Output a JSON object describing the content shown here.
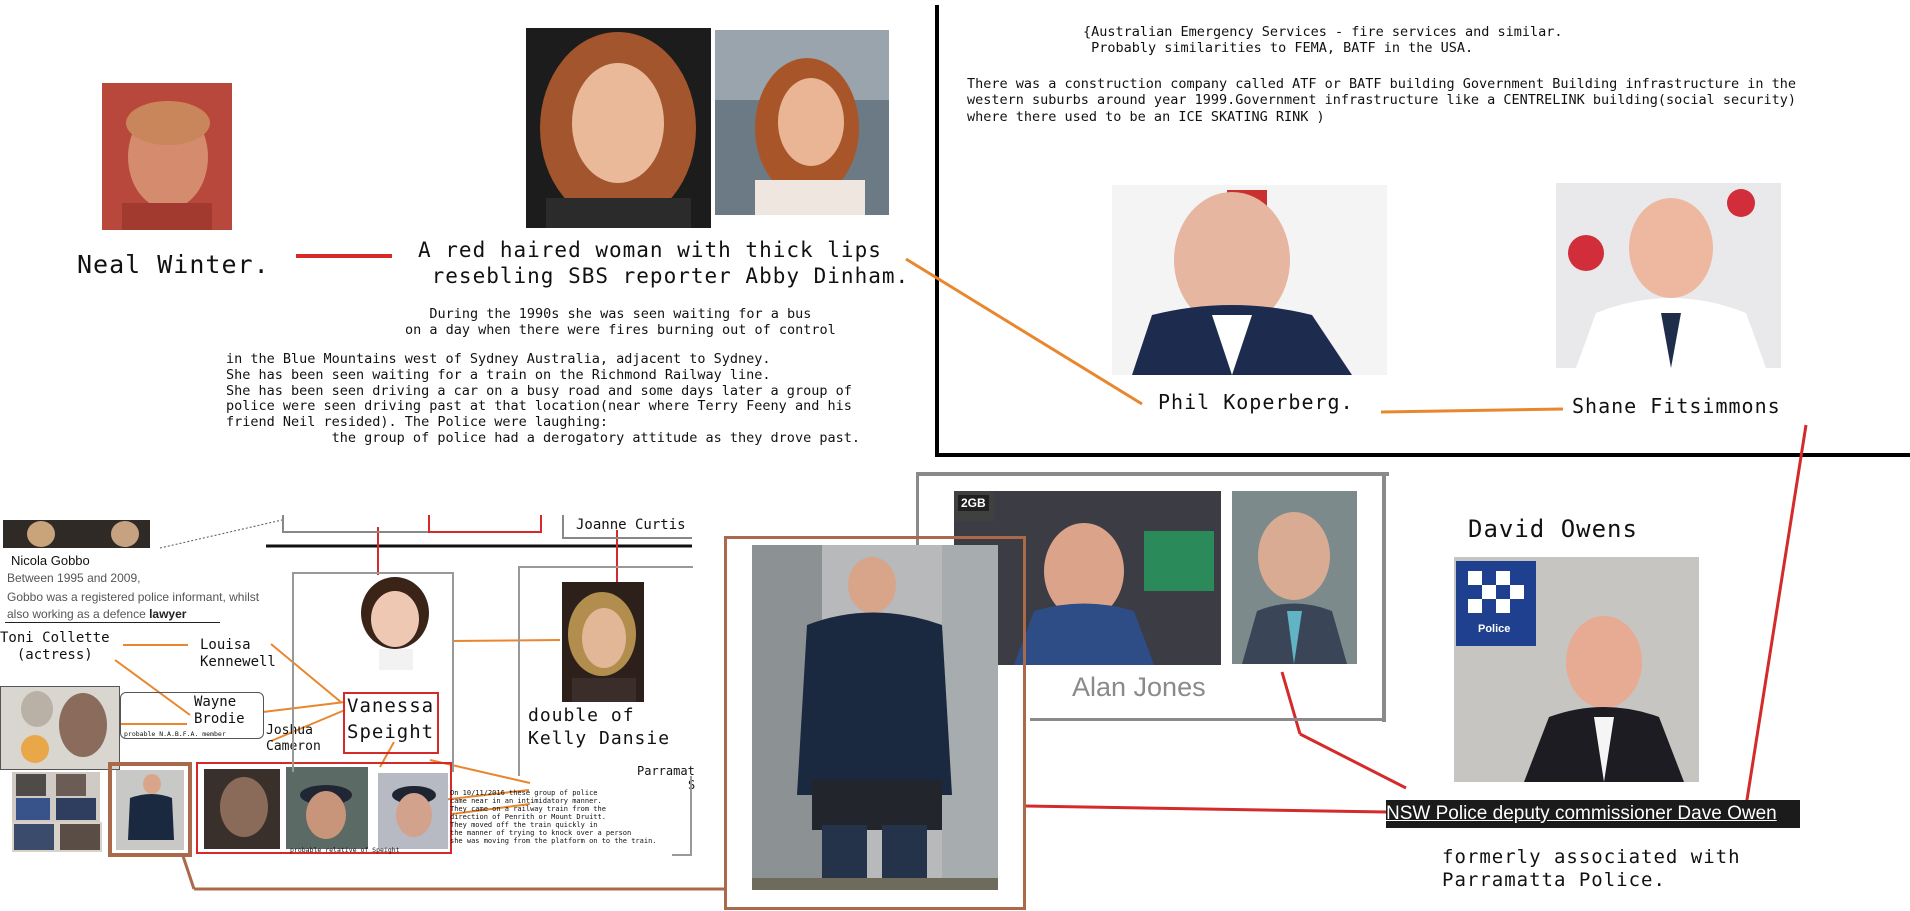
{
  "people": {
    "neal_winter": "Neal Winter.",
    "phil": "Phil Koperberg.",
    "shane": "Shane Fitsimmons",
    "david_owens": "David Owens",
    "alan_jones": "Alan Jones",
    "toni": "Toni Collette\n  (actress)",
    "louisa": "Louisa\nKennewell",
    "wayne": "Wayne\nBrodie",
    "joshua": "Joshua\nCameron",
    "vanessa": "Vanessa\nSpeight",
    "double_kelly": "double of\nKelly Dansie",
    "joanne": "Joanne Curtis",
    "parramat": "Parramat",
    "parramat_s": "S"
  },
  "captions": {
    "red_haired": "A red haired woman with thick lips\n resebling SBS reporter Abby Dinham.",
    "fires_lines": "   During the 1990s she was seen waiting for a bus\non a day when there were fires burning out of control",
    "story": "in the Blue Mountains west of Sydney Australia, adjacent to Sydney.\nShe has been seen waiting for a train on the Richmond Railway line.\nShe has been seen driving a car on a busy road and some days later a group of\npolice were seen driving past at that location(near where Terry Feeny and his\nfriend Neil resided). The Police were laughing:\n             the group of police had a derogatory attitude as they drove past.",
    "emergency_1": "{Australian Emergency Services - fire services and similar.\n Probably similarities to FEMA, BATF in the USA.",
    "emergency_2": "There was a construction company called ATF or BATF building Government Building infrastructure in the\nwestern suburbs around year 1999.Government infrastructure like a CENTRELINK building(social security)\nwhere there used to be an ICE SKATING RINK )",
    "dave_owen_bar": "NSW Police deputy commissioner Dave Owen",
    "formerly": "formerly associated with\nParramatta Police.",
    "gobbo_name": "Nicola Gobbo",
    "gobbo_desc_1": "Between 1995 and 2009,",
    "gobbo_desc_2": "Gobbo was a registered police informant, whilst",
    "gobbo_desc_3a": "also working as a defence ",
    "gobbo_desc_3b": "lawyer",
    "probable_nabfa": "probable N.A.B.F.A. member",
    "probable_relative": "probable relative of Speight",
    "train_story": "On 10/11/2016 these group of police\ncame near in an intimidatory manner.\nThey came on a railway train from the\ndirection of Penrith or Mount Druitt.\nThey moved off the train quickly in\nthe manner of trying to knock over a person\nshe was moving from the platform on to the train.",
    "tv_2gb": "2GB"
  },
  "colors": {
    "red_line": "#d42a2a",
    "orange_line": "#e8872e",
    "brown_frame": "#a9694a",
    "grey_frame": "#8a8a8a",
    "black_rule": "#000000",
    "bar_bg": "#1b1b1b",
    "bar_text": "#ffffff",
    "police_blue": "#1f3f8f"
  }
}
